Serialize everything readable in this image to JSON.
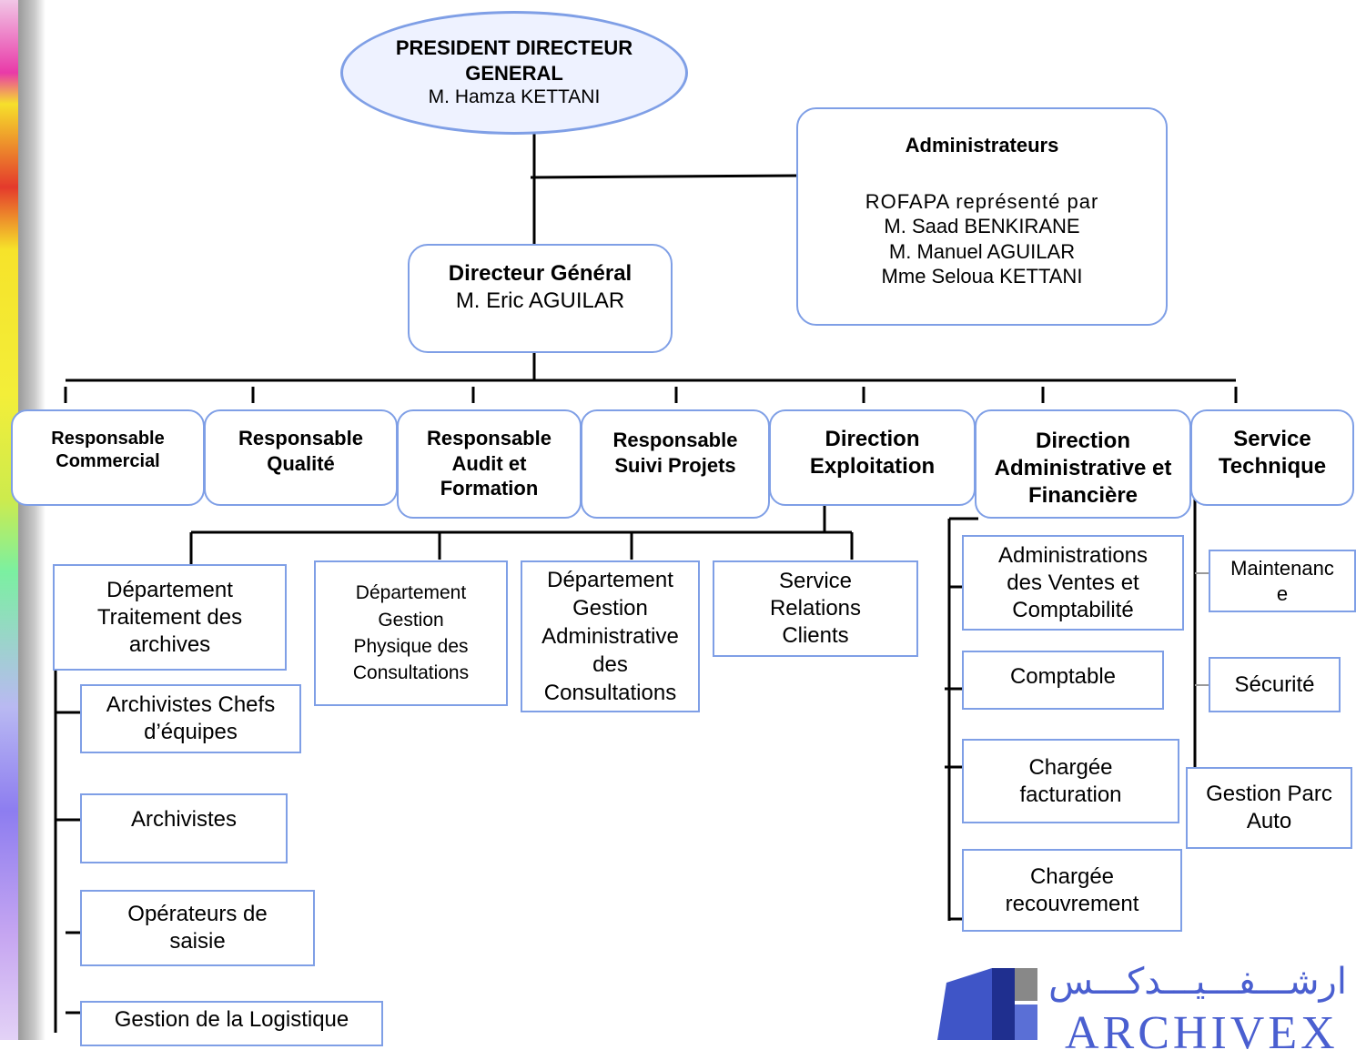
{
  "ceo": {
    "title": "PRESIDENT DIRECTEUR GENERAL",
    "name": "M. Hamza KETTANI"
  },
  "administrateurs": {
    "title": "Administrateurs",
    "lines": [
      "ROFAPA  représenté par",
      "M. Saad BENKIRANE",
      "M. Manuel AGUILAR",
      "Mme Seloua KETTANI"
    ]
  },
  "dg": {
    "title": "Directeur Général",
    "name": "M. Eric AGUILAR"
  },
  "top_units": [
    "Responsable Commercial",
    "Responsable Qualité",
    "Responsable Audit et Formation",
    "Responsable Suivi Projets",
    "Direction Exploitation",
    "Direction Administrative et Financière",
    "Service Technique"
  ],
  "exploitation_departments": [
    "Département Traitement des archives",
    "Département Gestion Physique des Consultations",
    "Département Gestion Administrative des Consultations",
    "Service Relations Clients"
  ],
  "traitement_units": [
    "Archivistes Chefs d’équipes",
    "Archivistes",
    "Opérateurs de saisie",
    "Gestion de la Logistique"
  ],
  "daf_units": [
    "Administrations des Ventes et Comptabilité",
    "Comptable",
    "Chargée facturation",
    "Chargée recouvrement"
  ],
  "technique_units": [
    "Maintenance",
    "Sécurité",
    "Gestion Parc Auto"
  ],
  "logo": {
    "arabic": "ارشـــفـــيـــدكـــس",
    "latin": "ARCHIVEX"
  },
  "colors": {
    "box_border": "#7f9fe6",
    "oval_fill": "#eef2ff",
    "line": "#000000"
  }
}
